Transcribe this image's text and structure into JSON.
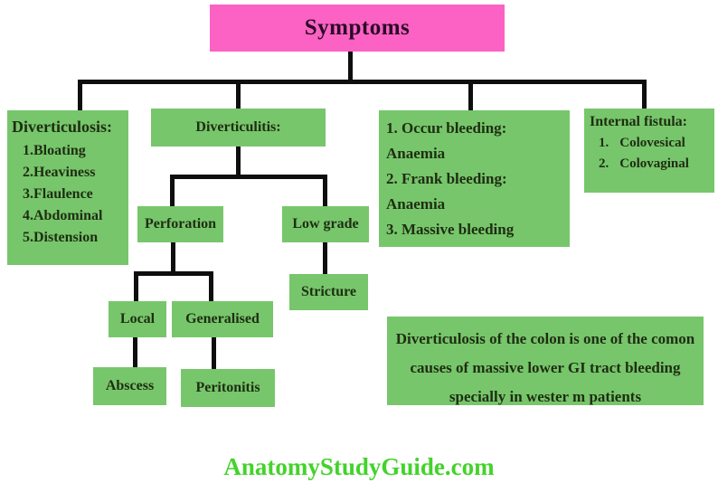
{
  "title": "Symptoms",
  "colors": {
    "header_pink": "#fb62c3",
    "node_green": "#77c66b",
    "line_black": "#0e0e0e",
    "footer_green": "#43d32b",
    "node_text": "#1e2d12"
  },
  "nodes": {
    "diverticulosis": {
      "heading": "Diverticulosis:",
      "items": [
        {
          "num": "1.",
          "label": "Bloating"
        },
        {
          "num": "2.",
          "label": "Heaviness"
        },
        {
          "num": "3.",
          "label": "Flaulence"
        },
        {
          "num": "4.",
          "label": "Abdominal"
        },
        {
          "num": "5.",
          "label": "Distension"
        }
      ]
    },
    "diverticulitis": {
      "label": "Diverticulitis:"
    },
    "perforation": {
      "label": "Perforation"
    },
    "low_grade": {
      "label": "Low grade"
    },
    "stricture": {
      "label": "Stricture"
    },
    "local": {
      "label": "Local"
    },
    "generalised": {
      "label": "Generalised"
    },
    "abscess": {
      "label": "Abscess"
    },
    "peritonitis": {
      "label": "Peritonitis"
    },
    "bleeding": {
      "lines": [
        "1. Occur bleeding:",
        "Anaemia",
        "2. Frank bleeding:",
        "Anaemia",
        "3. Massive bleeding"
      ]
    },
    "internal_fistula": {
      "heading": "Internal fistula:",
      "items": [
        {
          "num": "1.",
          "label": "Colovesical"
        },
        {
          "num": "2.",
          "label": "Colovaginal"
        }
      ]
    }
  },
  "note": {
    "text": "Diverticulosis of the colon is one of the comon causes of massive lower GI tract bleeding specially in wester m patients"
  },
  "footer": {
    "text": "AnatomyStudyGuide.com"
  }
}
